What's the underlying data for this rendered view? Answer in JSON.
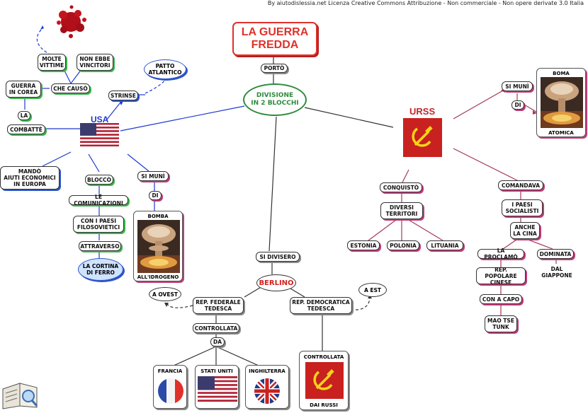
{
  "credit": "By aiutodislessia.net Licenza Creative Commons Attribuzione - Non commerciale - Non opere derivate 3.0 Italia",
  "title": [
    "LA GUERRA",
    "FREDDA"
  ],
  "center": {
    "porto": "PORTÒ",
    "divisione": [
      "DIVISIONE",
      "IN 2 BLOCCHI"
    ],
    "si_divisero": "SI DIVISERO",
    "berlino": "BERLINO"
  },
  "usa": {
    "label": "USA",
    "strinse": "STRINSE",
    "patto": [
      "PATTO",
      "ATLANTICO"
    ],
    "combatte": "COMBATTÈ",
    "la": "LA",
    "guerra_corea": [
      "GUERRA",
      "IN COREA"
    ],
    "che_causo": "CHE CAUSÒ",
    "molte_vittime": [
      "MOLTE",
      "VITTIME"
    ],
    "non_ebbe": [
      "NON EBBE",
      "VINCITORI"
    ],
    "mando": [
      "MANDÒ",
      "AIUTI ECONOMICI",
      "IN EUROPA"
    ],
    "blocco": "BLOCCÒ",
    "comunicazioni": "LE COMUNICAZIONI",
    "paesi_filosovietici": [
      "CON I PAESI",
      "FILOSOVIETICI"
    ],
    "attraverso": "ATTRAVERSO",
    "cortina": [
      "LA CORTINA",
      "DI FERRO"
    ],
    "si_muni": "SI MUNÌ",
    "di": "DI",
    "bomba_top": "BOMBA",
    "bomba_bottom": "ALL'IDROGENO"
  },
  "urss": {
    "label": "URSS",
    "si_muni": "SI MUNÌ",
    "di": "DI",
    "bomba_top": "BOMA",
    "bomba_bottom": "ATOMICA",
    "conquisto": "CONQUISTÒ",
    "diversi": [
      "DIVERSI",
      "TERRITORI"
    ],
    "estonia": "ESTONIA",
    "polonia": "POLONIA",
    "lituania": "LITUANIA",
    "comandava": "COMANDAVA",
    "paesi_socialisti": [
      "I PAESI",
      "SOCIALISTI"
    ],
    "anche_cina": [
      "ANCHE",
      "LA CINA"
    ],
    "la_proclamo": "LA PROCLAMÒ",
    "dominata": "DOMINATA",
    "dal_giappone": [
      "DAL",
      "GIAPPONE"
    ],
    "rep_popolare": [
      "REP. POPOLARE",
      "CINESE"
    ],
    "con_a_capo": "CON A CAPO",
    "mao": [
      "MAO TSE",
      "TUNK"
    ]
  },
  "berlino": {
    "rft": [
      "REP. FEDERALE",
      "TEDESCA"
    ],
    "a_ovest": "A OVEST",
    "rdt": [
      "REP. DEMOCRATICA",
      "TEDESCA"
    ],
    "a_est": "A EST",
    "controllata": "CONTROLLATA",
    "da": "DA",
    "francia": "FRANCIA",
    "stati_uniti": "STATI UNITI",
    "inghilterra": "INGHILTERRA",
    "controllata_rdt": "CONTROLLATA",
    "dai_russi": "DAI RUSSI"
  },
  "colors": {
    "usa_line": "#1f3ad1",
    "urss_line": "#a23a5a",
    "title": "#e0312a",
    "divisione": "#2e8b3c"
  }
}
